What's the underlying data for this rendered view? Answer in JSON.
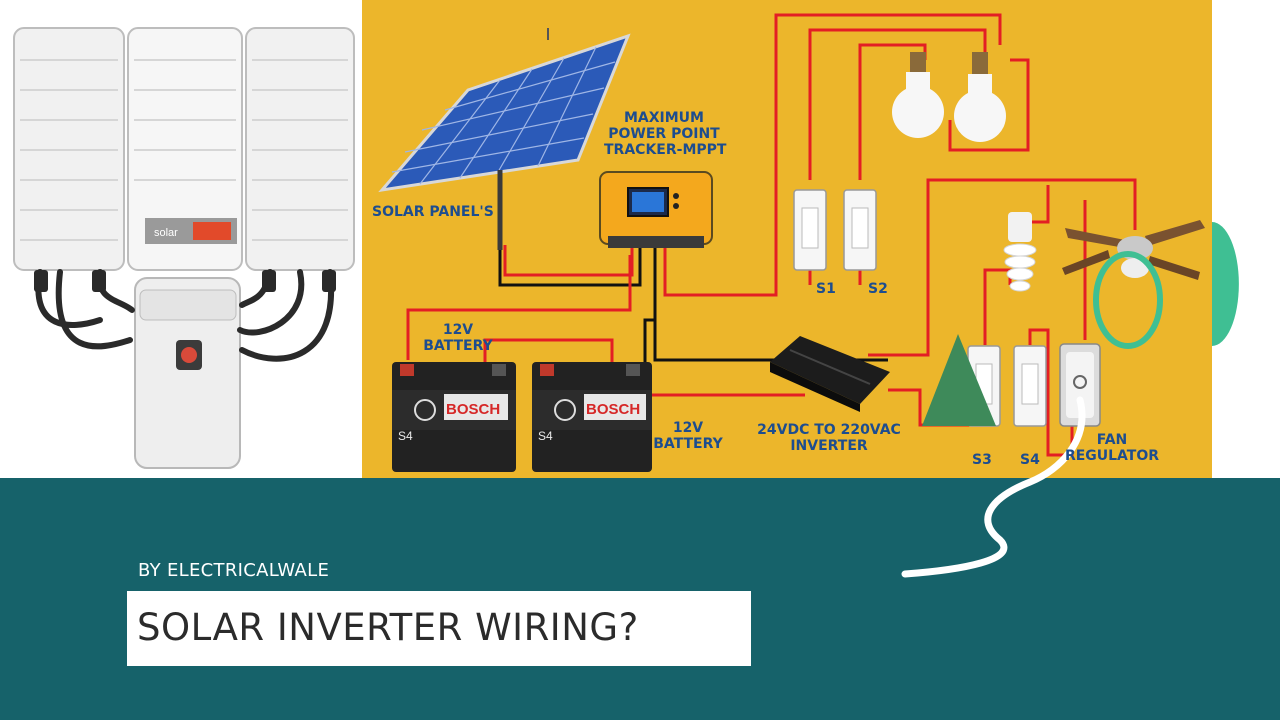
{
  "slide": {
    "author": "BY ELECTRICALWALE",
    "title": "SOLAR INVERTER WIRING?"
  },
  "diagram": {
    "labels": {
      "solar_panels": "SOLAR PANEL'S",
      "mppt": [
        "MAXIMUM",
        "POWER POINT",
        "TRACKER-MPPT"
      ],
      "battery_1": [
        "12V",
        "BATTERY"
      ],
      "battery_2": [
        "12V",
        "BATTERY"
      ],
      "inverter": [
        "24VDC TO 220VAC",
        "INVERTER"
      ],
      "switch_s1": "S1",
      "switch_s2": "S2",
      "switch_s3": "S3",
      "switch_s4": "S4",
      "fan_regulator": [
        "FAN",
        "REGULATOR"
      ]
    },
    "product_text": {
      "inverter_logo": "solar",
      "battery_brand_1": "BOSCH",
      "battery_brand_2": "BOSCH",
      "battery_model_1": "S4",
      "battery_model_2": "S4"
    }
  },
  "colors": {
    "background_bottom": "#16626a",
    "diagram_background": "#ecb62b",
    "wire_positive": "#e31e24",
    "wire_negative": "#111111",
    "label_text": "#1d4d8f",
    "annotation_green": "#3fbf93",
    "title_text": "#2b2b2b"
  }
}
